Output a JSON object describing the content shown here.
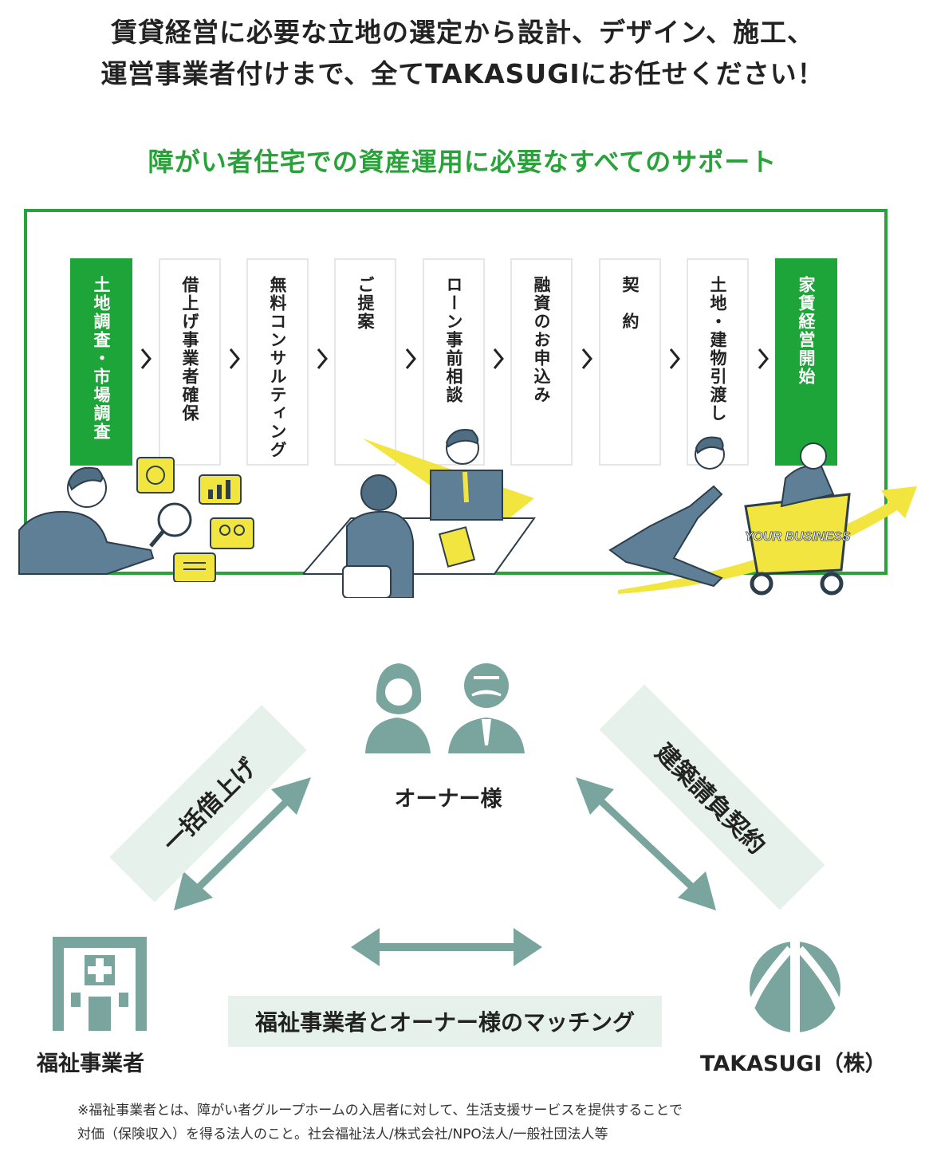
{
  "headline": {
    "line1": "賃貸経営に必要な立地の選定から設計、デザイン、施工、",
    "line2": "運営事業者付けまで、全てTAKASUGIにお任せください！"
  },
  "subtitle": "障がい者住宅での資産運用に必要なすべてのサポート",
  "flow": {
    "steps": [
      {
        "label": "土地調査・市場調査",
        "active": true
      },
      {
        "label": "借上げ事業者確保",
        "active": false
      },
      {
        "label": "無料コンサルティング",
        "active": false
      },
      {
        "label": "ご提案",
        "active": false
      },
      {
        "label": "ローン事前相談",
        "active": false
      },
      {
        "label": "融資のお申込み",
        "active": false
      },
      {
        "label": "契　約",
        "active": false
      },
      {
        "label": "土地・建物引渡し",
        "active": false
      },
      {
        "label": "家賃経営開始",
        "active": true
      }
    ],
    "cart_text": "YOUR BUSINESS"
  },
  "relationship": {
    "owner": "オーナー様",
    "welfare": "福祉事業者",
    "takasugi": "TAKASUGI（株）",
    "left_link": "一括借上げ",
    "right_link": "建築請負契約",
    "bottom_link": "福祉事業者とオーナー様のマッチング"
  },
  "footnote": {
    "line1": "※福祉事業者とは、障がい者グループホームの入居者に対して、生活支援サービスを提供することで",
    "line2": "対価（保険収入）を得る法人のこと。社会福祉法人/株式会社/NPO法人/一般社団法人等"
  },
  "colors": {
    "green": "#2aa23a",
    "teal": "#7aa59e",
    "badge_bg": "#e5f1ea",
    "yellow": "#f3e53f"
  }
}
